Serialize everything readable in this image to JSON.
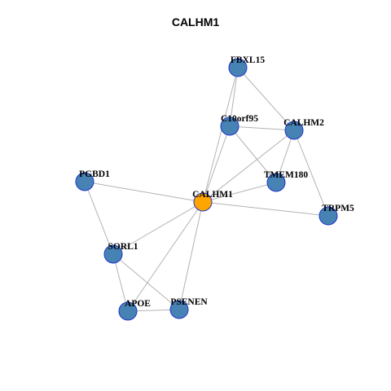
{
  "title": "CALHM1",
  "colors": {
    "center": "#FFA500",
    "neighbor": "#4682B4",
    "node_border": "#1F35C9",
    "edge": "#B3B3B3"
  },
  "nodes": [
    {
      "id": "calhm1",
      "label": "CALHM1",
      "role": "center"
    },
    {
      "id": "fbxl15",
      "label": "FBXL15",
      "role": "neighbor"
    },
    {
      "id": "c10orf95",
      "label": "C10orf95",
      "role": "neighbor"
    },
    {
      "id": "calhm2",
      "label": "CALHM2",
      "role": "neighbor"
    },
    {
      "id": "tmem180",
      "label": "TMEM180",
      "role": "neighbor"
    },
    {
      "id": "pgbd1",
      "label": "PGBD1",
      "role": "neighbor"
    },
    {
      "id": "trpm5",
      "label": "TRPM5",
      "role": "neighbor"
    },
    {
      "id": "sorl1",
      "label": "SORL1",
      "role": "neighbor"
    },
    {
      "id": "apoe",
      "label": "APOE",
      "role": "neighbor"
    },
    {
      "id": "psenen",
      "label": "PSENEN",
      "role": "neighbor"
    }
  ],
  "edges": [
    [
      "fbxl15",
      "c10orf95"
    ],
    [
      "fbxl15",
      "calhm2"
    ],
    [
      "c10orf95",
      "calhm2"
    ],
    [
      "c10orf95",
      "tmem180"
    ],
    [
      "c10orf95",
      "calhm1"
    ],
    [
      "calhm2",
      "tmem180"
    ],
    [
      "calhm2",
      "calhm1"
    ],
    [
      "calhm2",
      "trpm5"
    ],
    [
      "tmem180",
      "calhm1"
    ],
    [
      "fbxl15",
      "calhm1"
    ],
    [
      "pgbd1",
      "calhm1"
    ],
    [
      "pgbd1",
      "sorl1"
    ],
    [
      "calhm1",
      "trpm5"
    ],
    [
      "calhm1",
      "sorl1"
    ],
    [
      "calhm1",
      "apoe"
    ],
    [
      "calhm1",
      "psenen"
    ],
    [
      "sorl1",
      "apoe"
    ],
    [
      "sorl1",
      "psenen"
    ],
    [
      "apoe",
      "psenen"
    ]
  ]
}
